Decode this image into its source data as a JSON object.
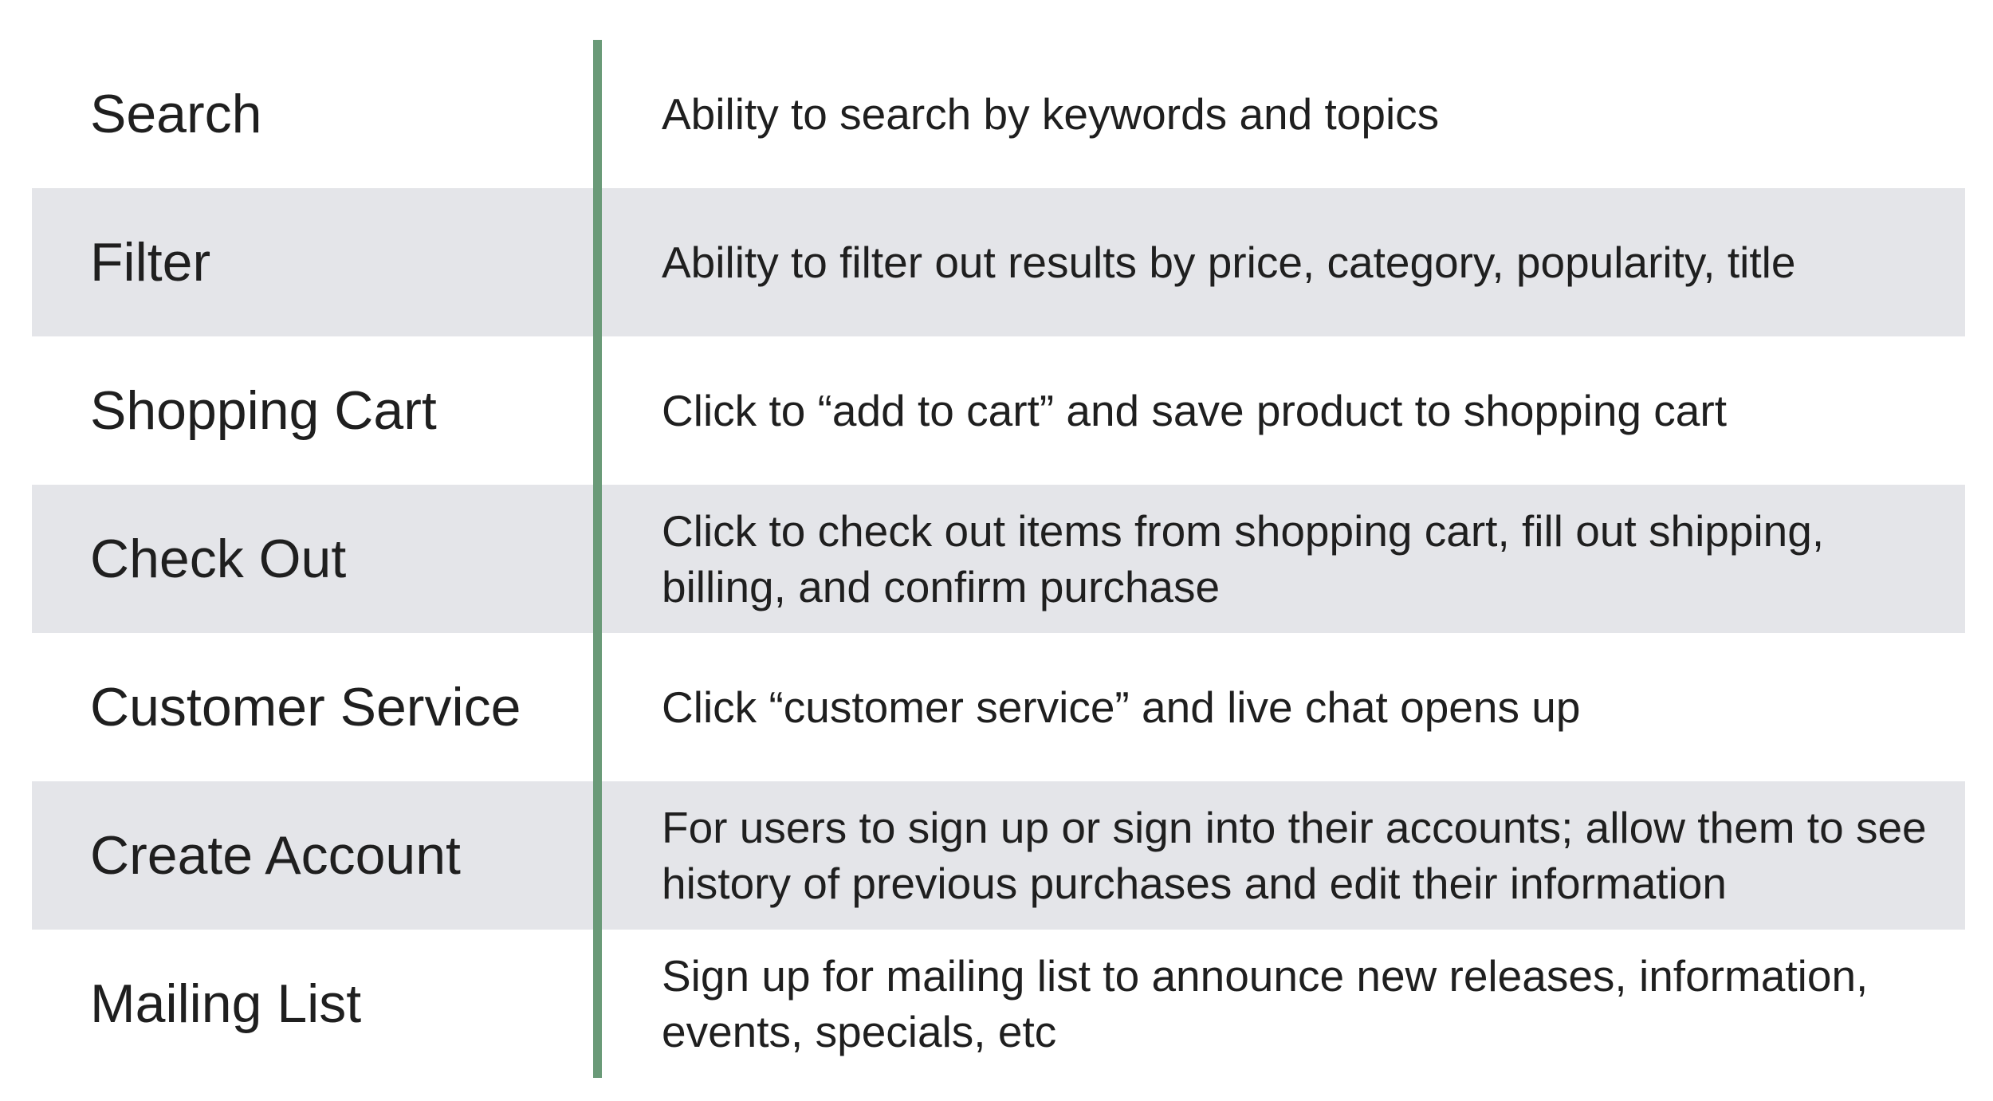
{
  "colors": {
    "divider": "#6a9a78",
    "shaded_row": "#e4e5e9",
    "text": "#1f1f1f"
  },
  "rows": [
    {
      "feature": "Search",
      "description": "Ability to search by keywords and topics"
    },
    {
      "feature": "Filter",
      "description": "Ability to filter out results by price, category, popularity, title"
    },
    {
      "feature": "Shopping Cart",
      "description": "Click to “add to cart” and save product to shopping cart"
    },
    {
      "feature": "Check Out",
      "description": "Click to check out items from shopping cart, fill out shipping, billing, and confirm purchase"
    },
    {
      "feature": "Customer Service",
      "description": "Click “customer service” and live chat opens up"
    },
    {
      "feature": "Create Account",
      "description": "For users to sign up or sign into their accounts; allow them to see history of previous purchases and edit their information"
    },
    {
      "feature": "Mailing List",
      "description": "Sign up for mailing list to announce new releases, information, events, specials, etc"
    }
  ]
}
